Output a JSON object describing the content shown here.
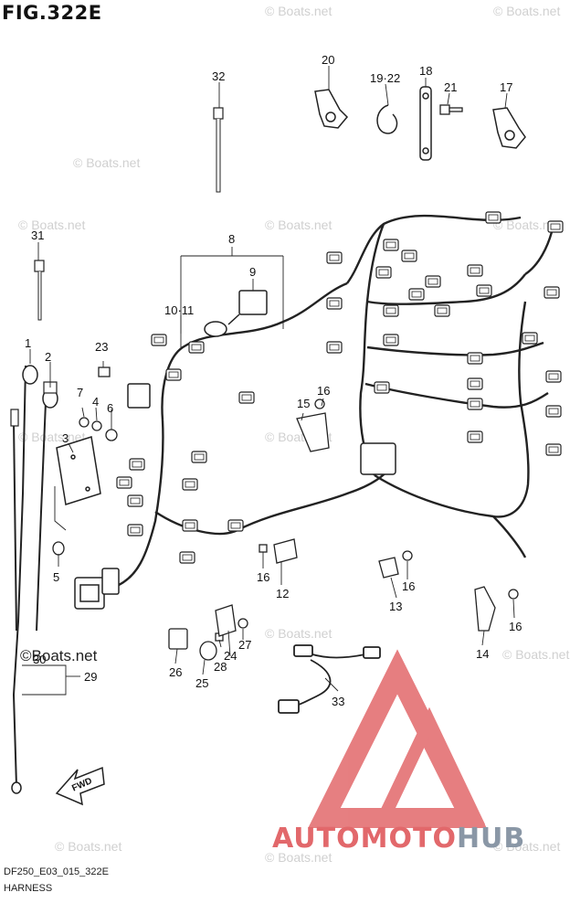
{
  "figure": {
    "title": "FIG.322E",
    "code": "DF250_E03_015_322E",
    "caption": "HARNESS"
  },
  "watermarks": {
    "site": "© Boats.net",
    "overlay": "©Boats.net"
  },
  "brand": {
    "part1": "AUTOMOTO",
    "part2": "HUB",
    "color_primary": "#e2686b",
    "color_secondary": "#8a97a6"
  },
  "direction_arrow": {
    "label": "FWD"
  },
  "callouts": {
    "c1": "1",
    "c2": "2",
    "c3": "3",
    "c4": "4",
    "c5": "5",
    "c6": "6",
    "c7": "7",
    "c8": "8",
    "c9": "9",
    "c10_11": "10·11",
    "c12": "12",
    "c13": "13",
    "c14": "14",
    "c15": "15",
    "c16a": "16",
    "c16b": "16",
    "c16c": "16",
    "c16d": "16",
    "c17": "17",
    "c18": "18",
    "c19_22": "19·22",
    "c20": "20",
    "c21": "21",
    "c23": "23",
    "c24": "24",
    "c25": "25",
    "c26": "26",
    "c27": "27",
    "c28": "28",
    "c29": "29",
    "c30": "30",
    "c31": "31",
    "c32": "32",
    "c33": "33"
  }
}
